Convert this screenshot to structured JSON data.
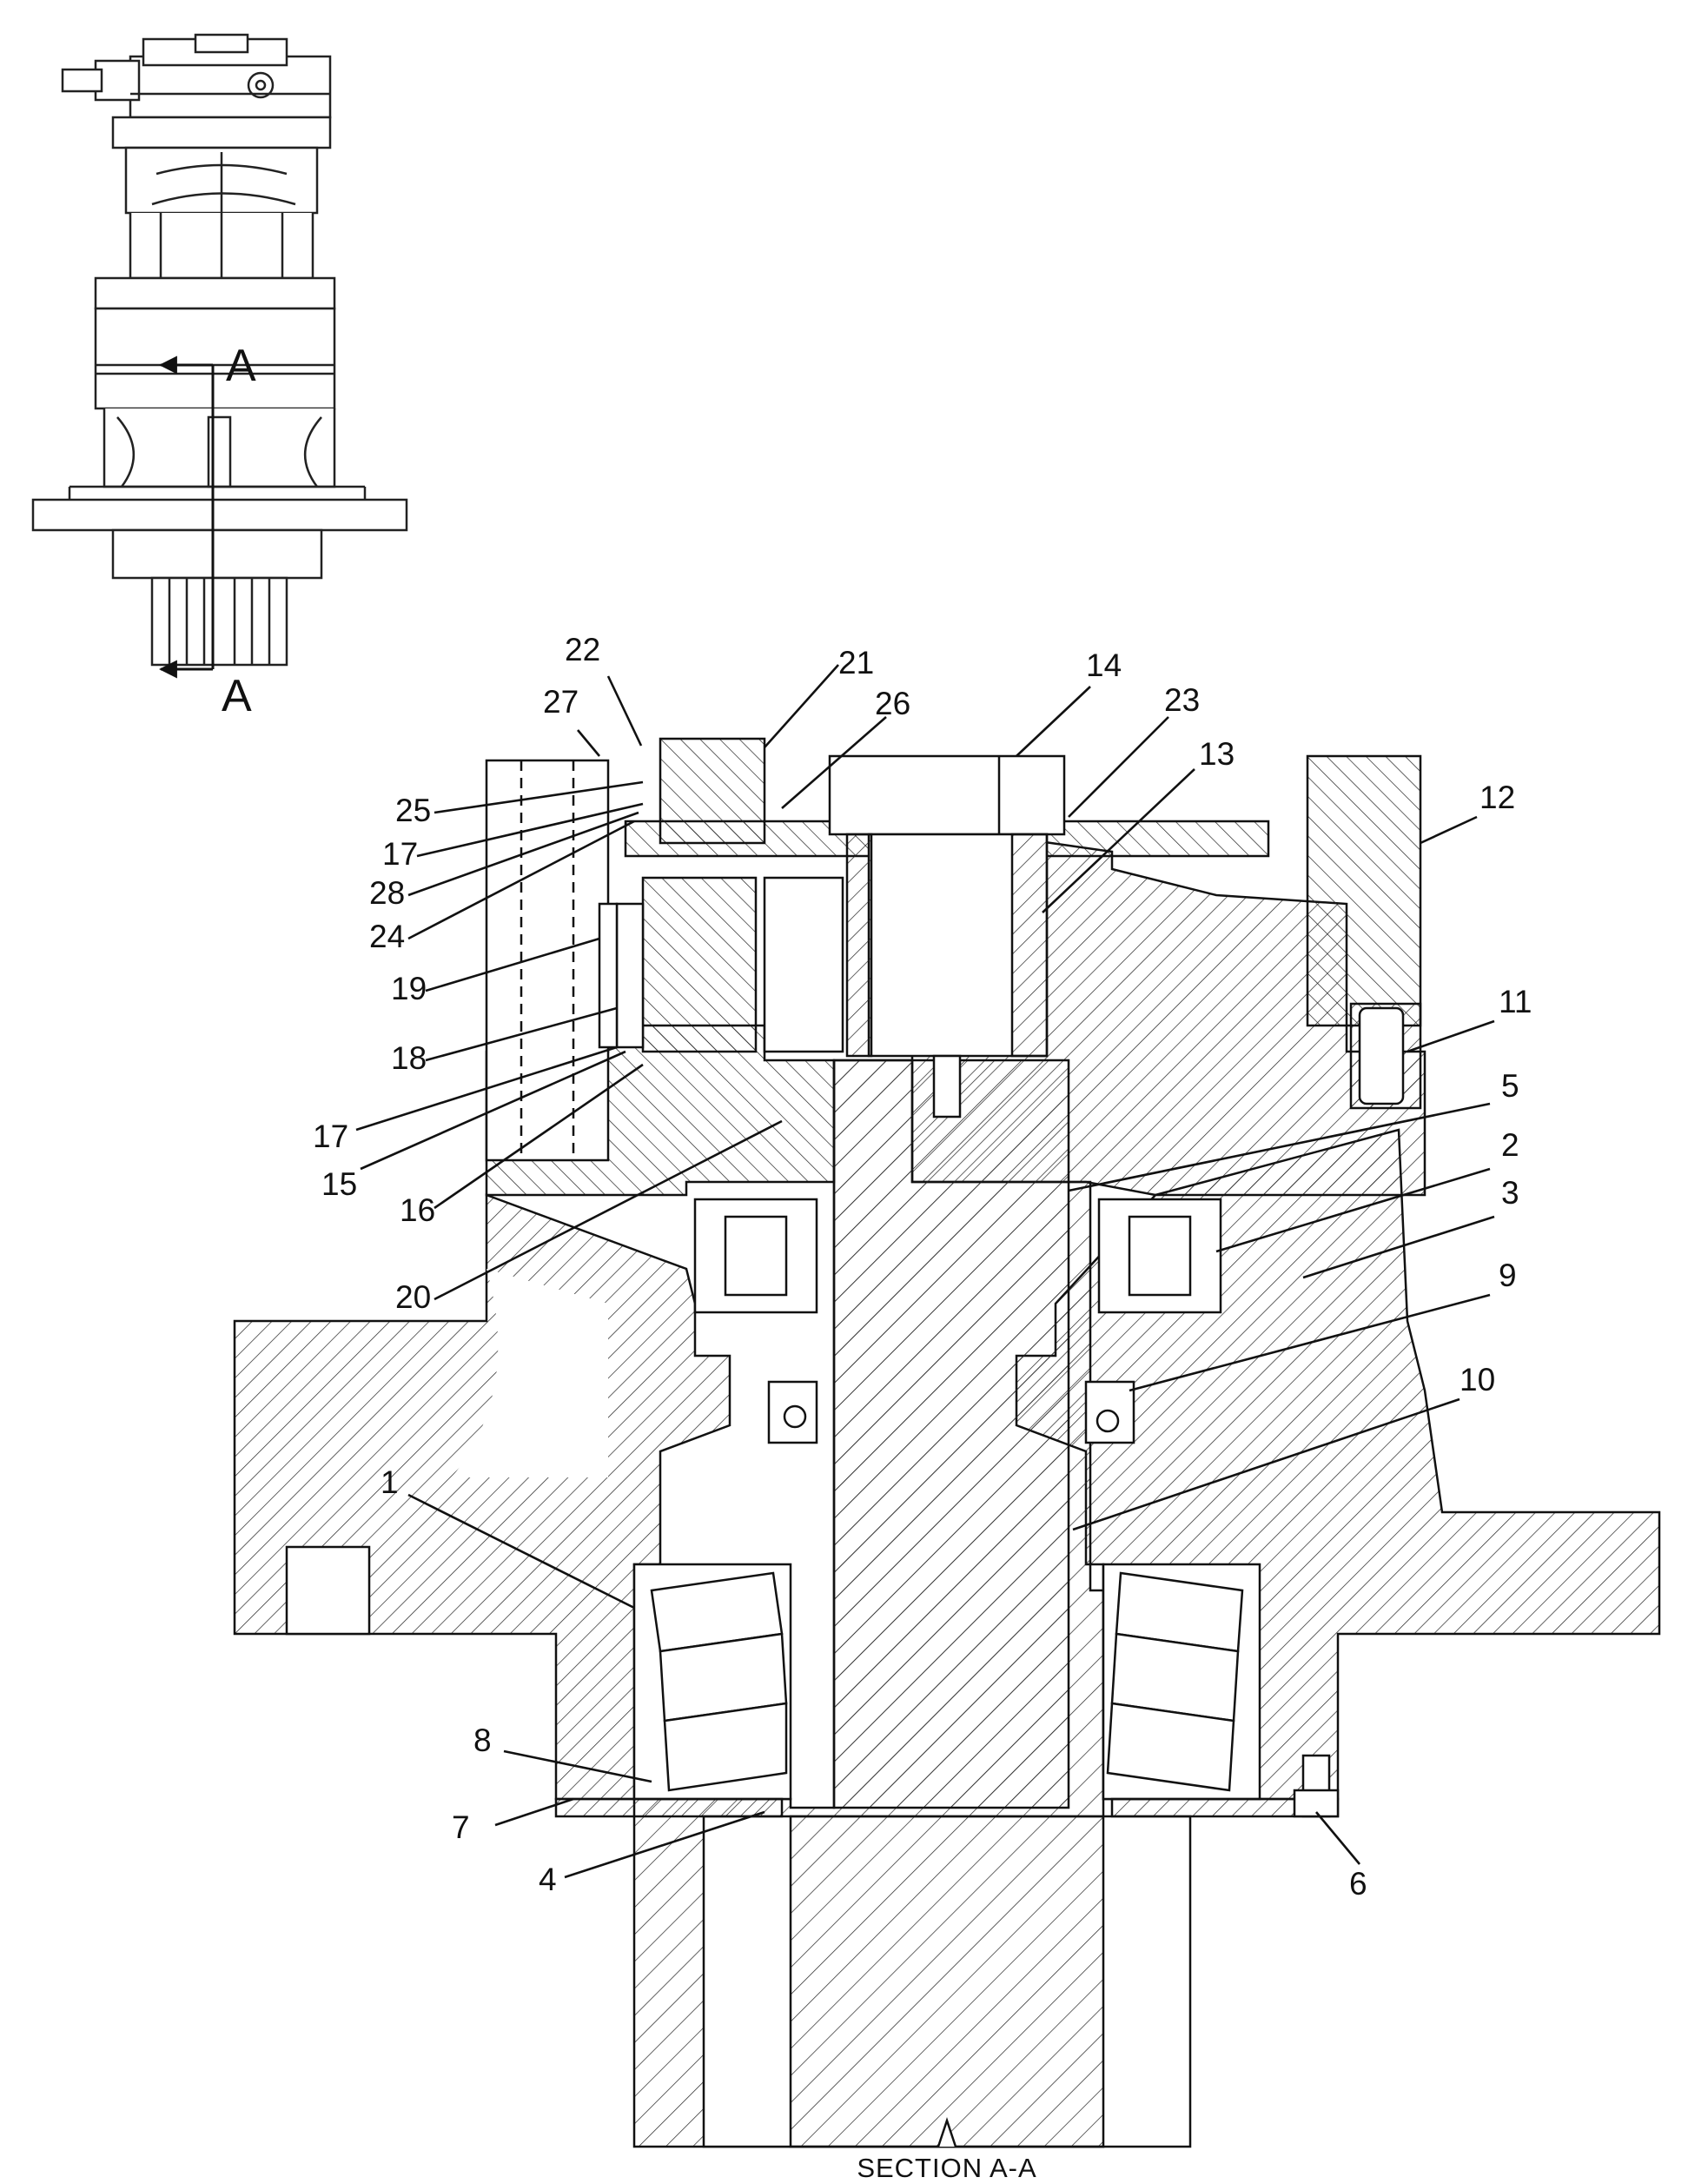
{
  "drawing": {
    "caption": "SECTION A-A",
    "section_marker": [
      "A",
      "A"
    ],
    "callouts": [
      {
        "id": "22",
        "label": "22"
      },
      {
        "id": "27",
        "label": "27"
      },
      {
        "id": "21",
        "label": "21"
      },
      {
        "id": "26",
        "label": "26"
      },
      {
        "id": "14",
        "label": "14"
      },
      {
        "id": "23",
        "label": "23"
      },
      {
        "id": "13",
        "label": "13"
      },
      {
        "id": "12",
        "label": "12"
      },
      {
        "id": "25",
        "label": "25"
      },
      {
        "id": "17a",
        "label": "17"
      },
      {
        "id": "28",
        "label": "28"
      },
      {
        "id": "24",
        "label": "24"
      },
      {
        "id": "19",
        "label": "19"
      },
      {
        "id": "18",
        "label": "18"
      },
      {
        "id": "11",
        "label": "11"
      },
      {
        "id": "17b",
        "label": "17"
      },
      {
        "id": "15",
        "label": "15"
      },
      {
        "id": "5",
        "label": "5"
      },
      {
        "id": "16",
        "label": "16"
      },
      {
        "id": "2",
        "label": "2"
      },
      {
        "id": "3",
        "label": "3"
      },
      {
        "id": "20",
        "label": "20"
      },
      {
        "id": "9",
        "label": "9"
      },
      {
        "id": "10",
        "label": "10"
      },
      {
        "id": "1",
        "label": "1"
      },
      {
        "id": "8",
        "label": "8"
      },
      {
        "id": "7",
        "label": "7"
      },
      {
        "id": "4",
        "label": "4"
      },
      {
        "id": "6",
        "label": "6"
      }
    ]
  }
}
